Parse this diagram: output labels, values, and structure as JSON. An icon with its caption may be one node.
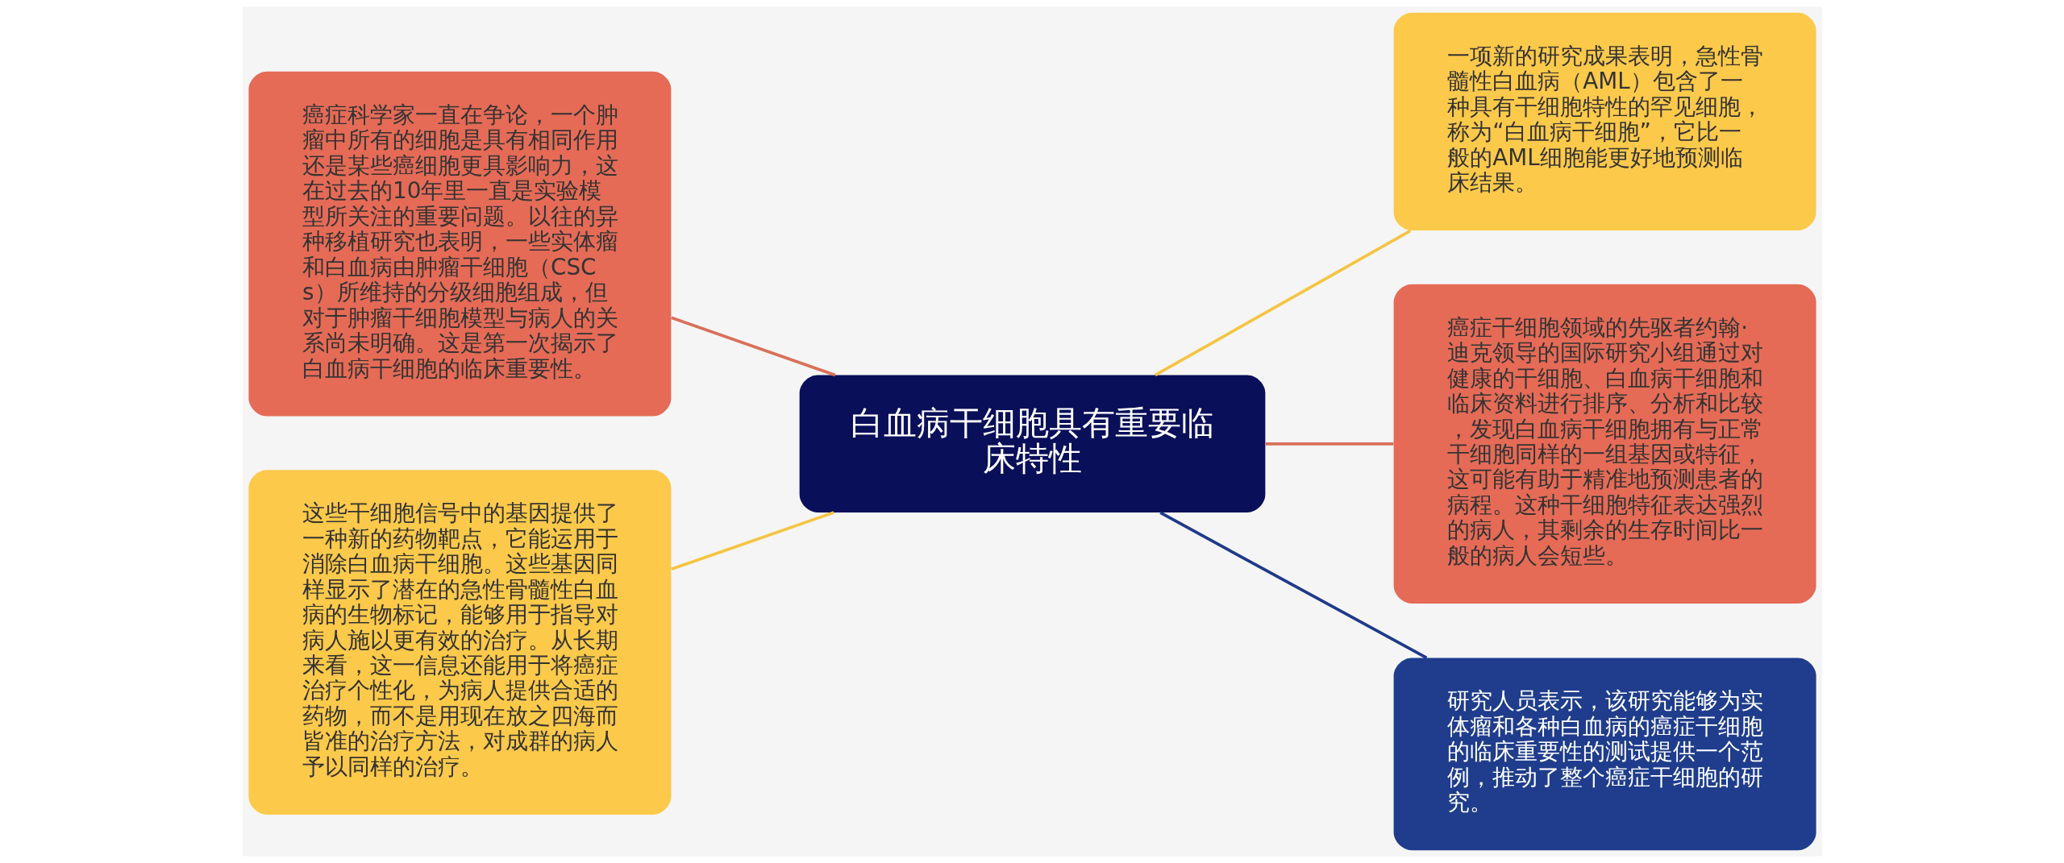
{
  "diagram": {
    "nodes": [
      {
        "text": [
          "白血病干细胞具有重要临床特性"
        ]
      },
      {
        "text": [
          "癌症科学家一直在争论，一个肿瘤中所有的细胞是具有相同作用还是某些癌细胞更具影响力，这在过去的10年里一直是实验模型所关注的重要问题。以往的异种移植研究也表明，一些实体瘤和白血病由肿瘤干细胞（CSCs）所维持的分级细胞组成，但对于肿瘤干细胞模型与病人的关系尚未明确。这是第一次揭示了白血病干细胞的临床重要性。"
        ]
      },
      {
        "text": [
          "这些干细胞信号中的基因提供了一种新的药物靶点，它能运用于消除白血病干细胞。这些基因同样显示了潜在的急性骨髓性白血病的生物标记，能够用于指导对病人施以更有效的治疗。从长期来看，这一信息还能用于将癌症治疗个性化，为病人提供合适的药物，而不是用现在放之四海而皆准的治疗方法，对成群的病人予以同样的治疗。"
        ]
      },
      {
        "text": [
          "一项新的研究成果表明，急性骨髓性白血病（AML）包含了一种具有干细胞特性的罕见细胞，称为“白血病干细胞”，它比一般的AML细胞能更好地预测临床结果。"
        ]
      },
      {
        "text": [
          "癌症干细胞领域的先驱者约翰·迪克领导的国际研究小组通过对健康的干细胞、白血病干细胞和临床资料进行排序、分析和比较，发现白血病干细胞拥有与正常干细胞同样的一组基因或特征，这可能有助于精准地预测患者的病程。这种干细胞特征表达强烈的病人，其剩余的生存时间比一般的病人会短些。"
        ]
      },
      {
        "text": [
          "研究人员表示，该研究能够为实体瘤和各种白血病的癌症干细胞的临床重要性的测试提供一个范例，推动了整个癌症干细胞的研究。"
        ]
      }
    ],
    "edges": [
      {
        "from": 1,
        "to": 0,
        "arrow": "none",
        "color": "#d9705a"
      },
      {
        "from": 2,
        "to": 0,
        "arrow": "none",
        "color": "#f5c443"
      },
      {
        "from": 0,
        "to": 3,
        "arrow": "none",
        "color": "#f5c443"
      },
      {
        "from": 0,
        "to": 4,
        "arrow": "none",
        "color": "#d9705a"
      },
      {
        "from": 0,
        "to": 5,
        "arrow": "none",
        "color": "#1e3a8a"
      }
    ]
  }
}
